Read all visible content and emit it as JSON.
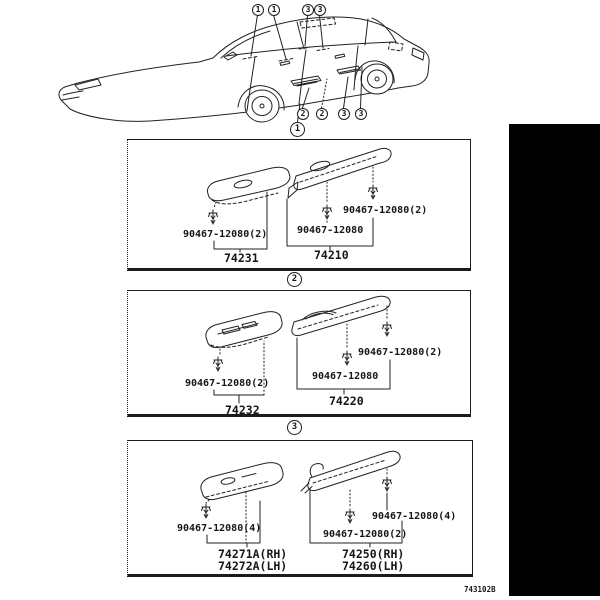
{
  "page": {
    "code": "743102B"
  },
  "colors": {
    "ink": "#1c1c1c",
    "paper": "#ffffff",
    "blackout": "#000000"
  },
  "vehicle": {
    "callouts_top": [
      "1",
      "1",
      "3",
      "3"
    ],
    "callouts_bottom": [
      "2",
      "2",
      "3",
      "3"
    ]
  },
  "sections": [
    {
      "marker": "1",
      "left_part": {
        "part_numbers": [
          "74231"
        ],
        "fastener_labels": [
          "90467-12080(2)"
        ]
      },
      "right_part": {
        "part_numbers": [
          "74210"
        ],
        "fastener_labels": [
          "90467-12080(2)",
          "90467-12080"
        ]
      }
    },
    {
      "marker": "2",
      "left_part": {
        "part_numbers": [
          "74232"
        ],
        "fastener_labels": [
          "90467-12080(2)"
        ]
      },
      "right_part": {
        "part_numbers": [
          "74220"
        ],
        "fastener_labels": [
          "90467-12080(2)",
          "90467-12080"
        ]
      }
    },
    {
      "marker": "3",
      "left_part": {
        "part_numbers": [
          "74271A(RH)",
          "74272A(LH)"
        ],
        "fastener_labels": [
          "90467-12080(4)"
        ]
      },
      "right_part": {
        "part_numbers": [
          "74250(RH)",
          "74260(LH)"
        ],
        "fastener_labels": [
          "90467-12080(4)",
          "90467-12080(2)"
        ]
      }
    }
  ]
}
